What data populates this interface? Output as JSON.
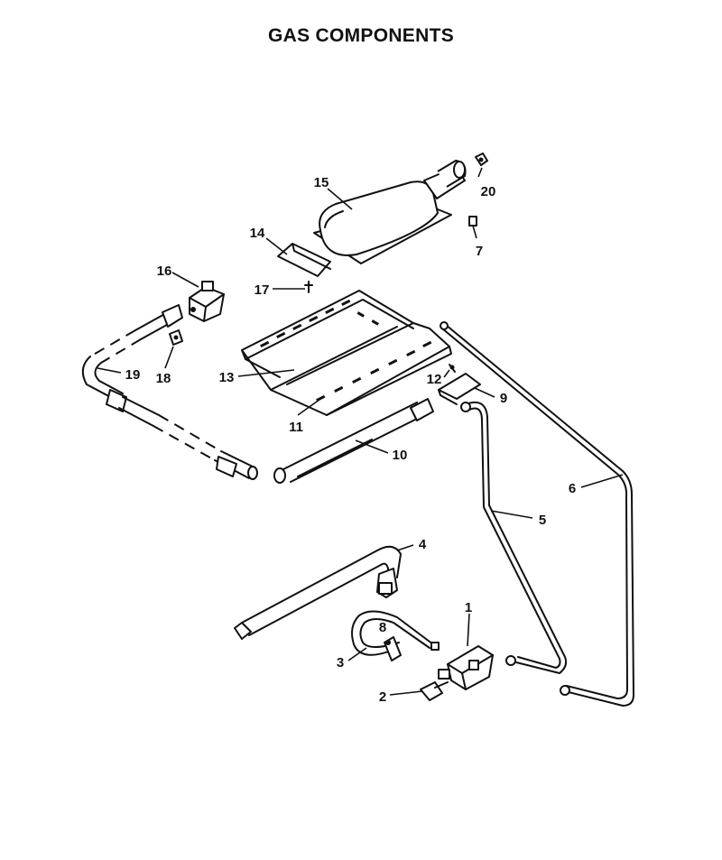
{
  "title": "GAS COMPONENTS",
  "callouts": [
    "1",
    "2",
    "3",
    "4",
    "5",
    "6",
    "7",
    "8",
    "9",
    "10",
    "11",
    "12",
    "13",
    "14",
    "15",
    "16",
    "17",
    "18",
    "19",
    "20"
  ]
}
